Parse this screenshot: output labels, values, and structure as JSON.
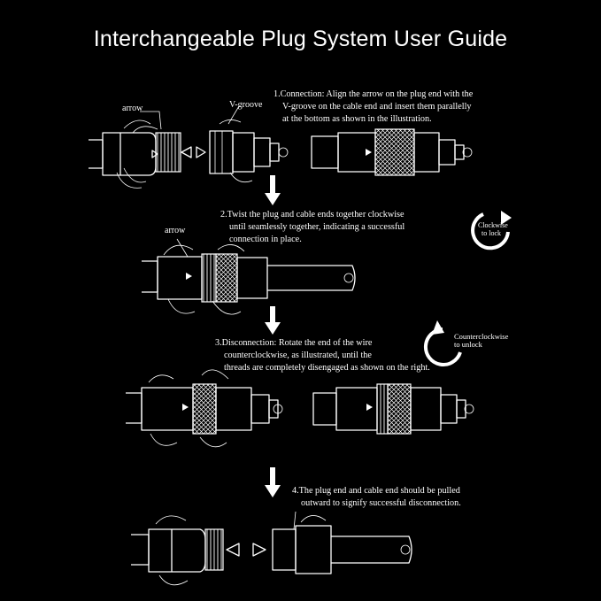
{
  "title": "Interchangeable Plug System User Guide",
  "steps": [
    {
      "line1": "1.Connection: Align the arrow on the plug end with the",
      "line2": "V-groove on the cable end and insert them parallelly",
      "line3": "at the bottom as shown in the illustration."
    },
    {
      "line1": "2.Twist the plug and cable ends together clockwise",
      "line2": "until seamlessly together, indicating a successful",
      "line3": "connection in place."
    },
    {
      "line1": "3.Disconnection: Rotate the end of the wire",
      "line2": "counterclockwise, as illustrated, until the",
      "line3": "threads are completely disengaged as shown on the right."
    },
    {
      "line1": "4.The plug end and cable end should be pulled",
      "line2": "outward to signify successful disconnection."
    }
  ],
  "labels": {
    "arrow1": "arrow",
    "vgroove": "V-groove",
    "arrow2": "arrow"
  },
  "rotation": {
    "clockwise": {
      "line1": "Clockwise",
      "line2": "to lock"
    },
    "counterclockwise": {
      "line1": "Counterclockwise",
      "line2": "to unlock"
    }
  },
  "colors": {
    "background": "#000000",
    "foreground": "#ffffff"
  }
}
